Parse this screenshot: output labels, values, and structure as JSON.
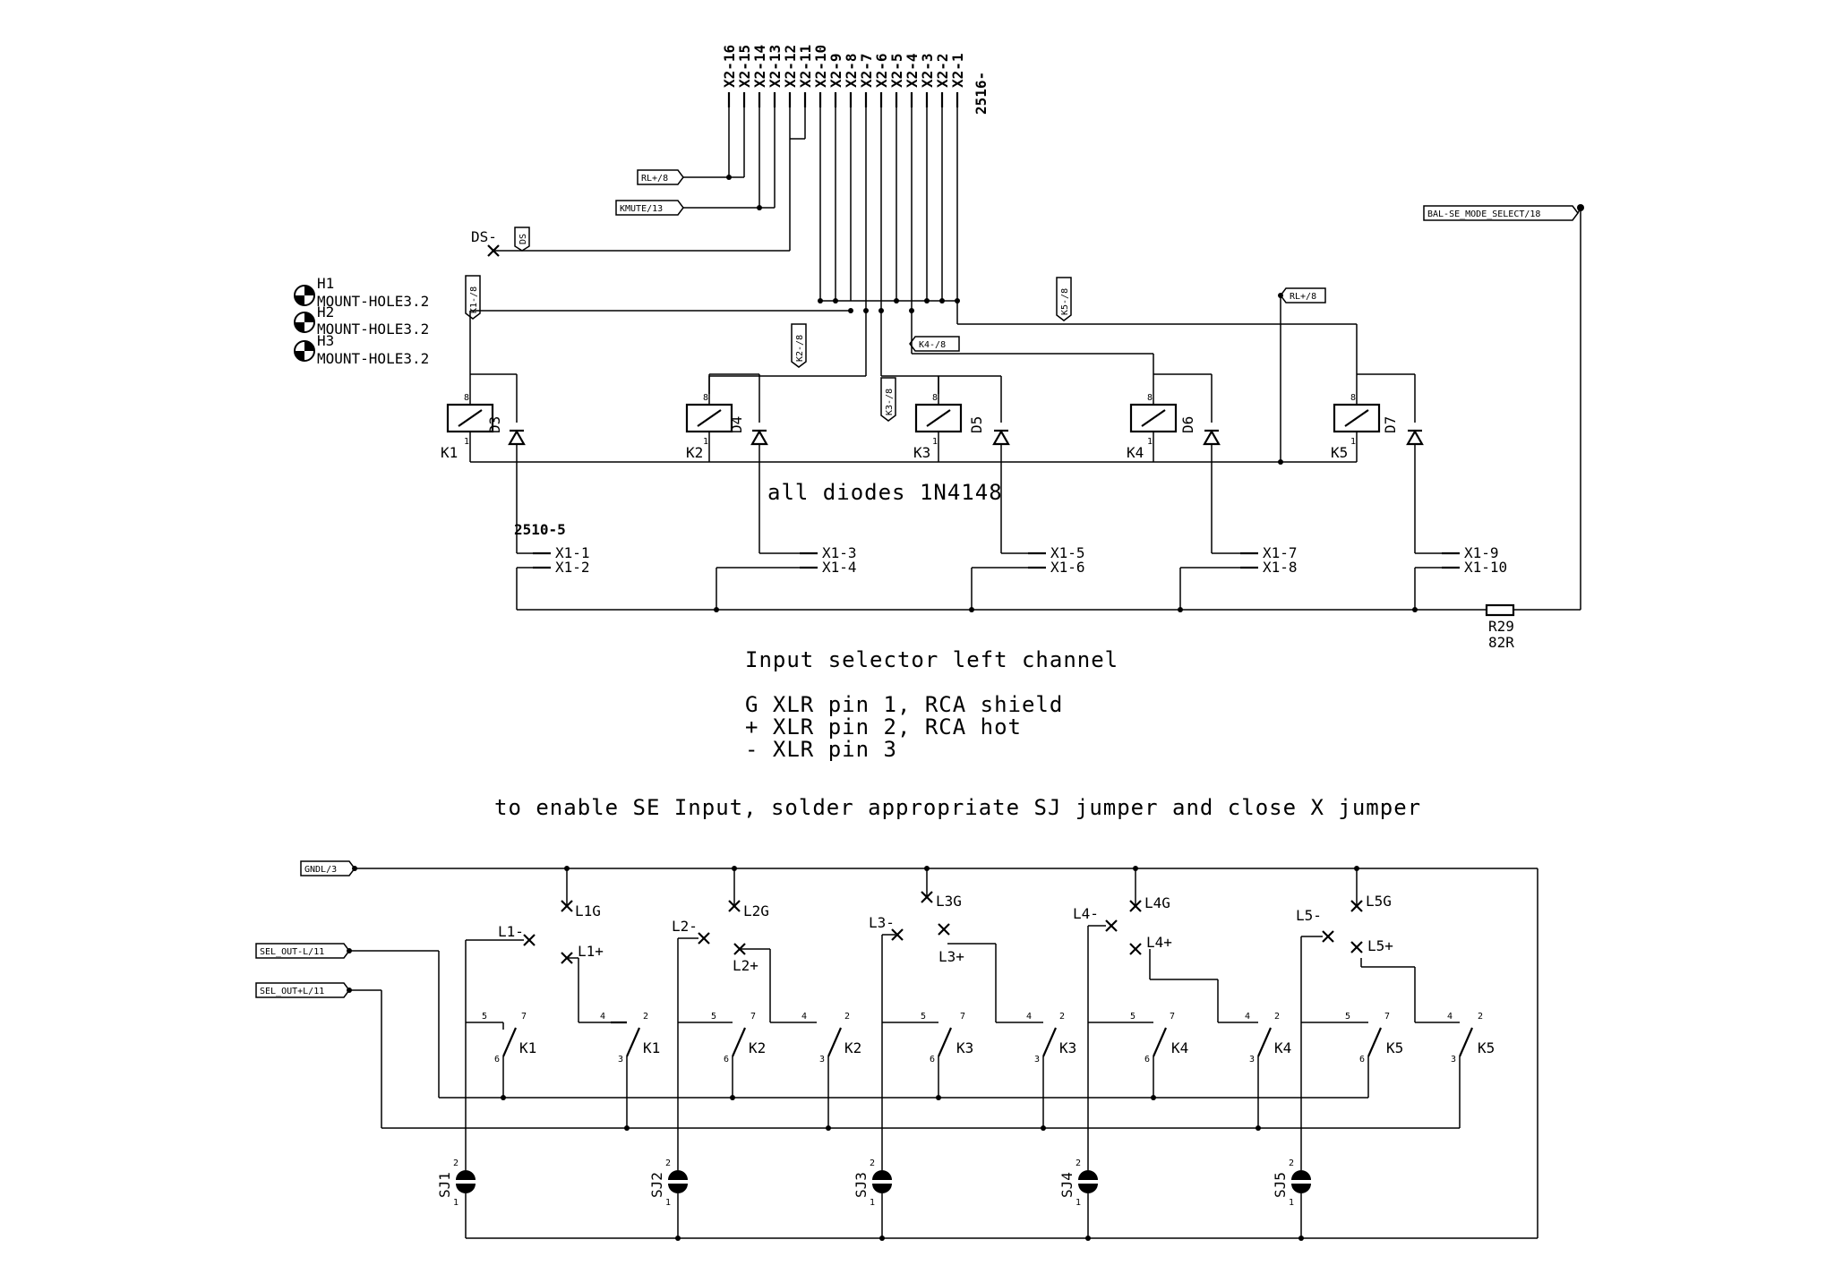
{
  "header_connector": {
    "pins": [
      "X2-16",
      "X2-15",
      "X2-14",
      "X2-13",
      "X2-12",
      "X2-11",
      "X2-10",
      "X2-9",
      "X2-8",
      "X2-7",
      "X2-6",
      "X2-5",
      "X2-4",
      "X2-3",
      "X2-2",
      "X2-1"
    ],
    "part": "2516-"
  },
  "net_flags": {
    "rl_plus_8": "RL+/8",
    "kmute_13": "KMUTE/13",
    "ds": "DS",
    "ds_name": "DS-",
    "bal_se": "BAL-SE_MODE_SELECT/18",
    "k1": "K1-/8",
    "k2": "K2-/8",
    "k3": "K3-/8",
    "k4": "K4-/8",
    "k5": "K5-/8",
    "rl_plus_8_b": "RL+/8",
    "gndl": "GNDL/3",
    "sel_out_minus": "SEL_OUT-L/11",
    "sel_out_plus": "SEL_OUT+L/11"
  },
  "mount_holes": [
    {
      "ref": "H1",
      "value": "MOUNT-HOLE3.2"
    },
    {
      "ref": "H2",
      "value": "MOUNT-HOLE3.2"
    },
    {
      "ref": "H3",
      "value": "MOUNT-HOLE3.2"
    }
  ],
  "relays": [
    "K1",
    "K2",
    "K3",
    "K4",
    "K5"
  ],
  "diodes": [
    "D3",
    "D4",
    "D5",
    "D6",
    "D7"
  ],
  "coil_pins": {
    "top": "8",
    "bottom": "1"
  },
  "diode_note": "all diodes 1N4148",
  "x1_connector": {
    "part": "2510-5",
    "pins": [
      "X1-1",
      "X1-2",
      "X1-3",
      "X1-4",
      "X1-5",
      "X1-6",
      "X1-7",
      "X1-8",
      "X1-9",
      "X1-10"
    ]
  },
  "resistor": {
    "ref": "R29",
    "value": "82R"
  },
  "notes": {
    "title": "Input selector left channel",
    "line1": "G XLR pin 1, RCA shield",
    "line2": "+ XLR pin 2, RCA hot",
    "line3": "- XLR pin 3",
    "jumper": "to enable SE Input, solder appropriate SJ jumper and close  X jumper"
  },
  "input_labels": {
    "minus": [
      "L1-",
      "L2-",
      "L3-",
      "L4-",
      "L5-"
    ],
    "gnd": [
      "L1G",
      "L2G",
      "L3G",
      "L4G",
      "L5G"
    ],
    "plus": [
      "L1+",
      "L2+",
      "L3+",
      "L4+",
      "L5+"
    ]
  },
  "switch_pins": {
    "a": "5",
    "b": "7",
    "c": "6",
    "d": "4",
    "e": "2",
    "f": "3"
  },
  "solder_jumpers": [
    "SJ1",
    "SJ2",
    "SJ3",
    "SJ4",
    "SJ5"
  ],
  "sj_pins": {
    "top": "2",
    "bottom": "1"
  }
}
